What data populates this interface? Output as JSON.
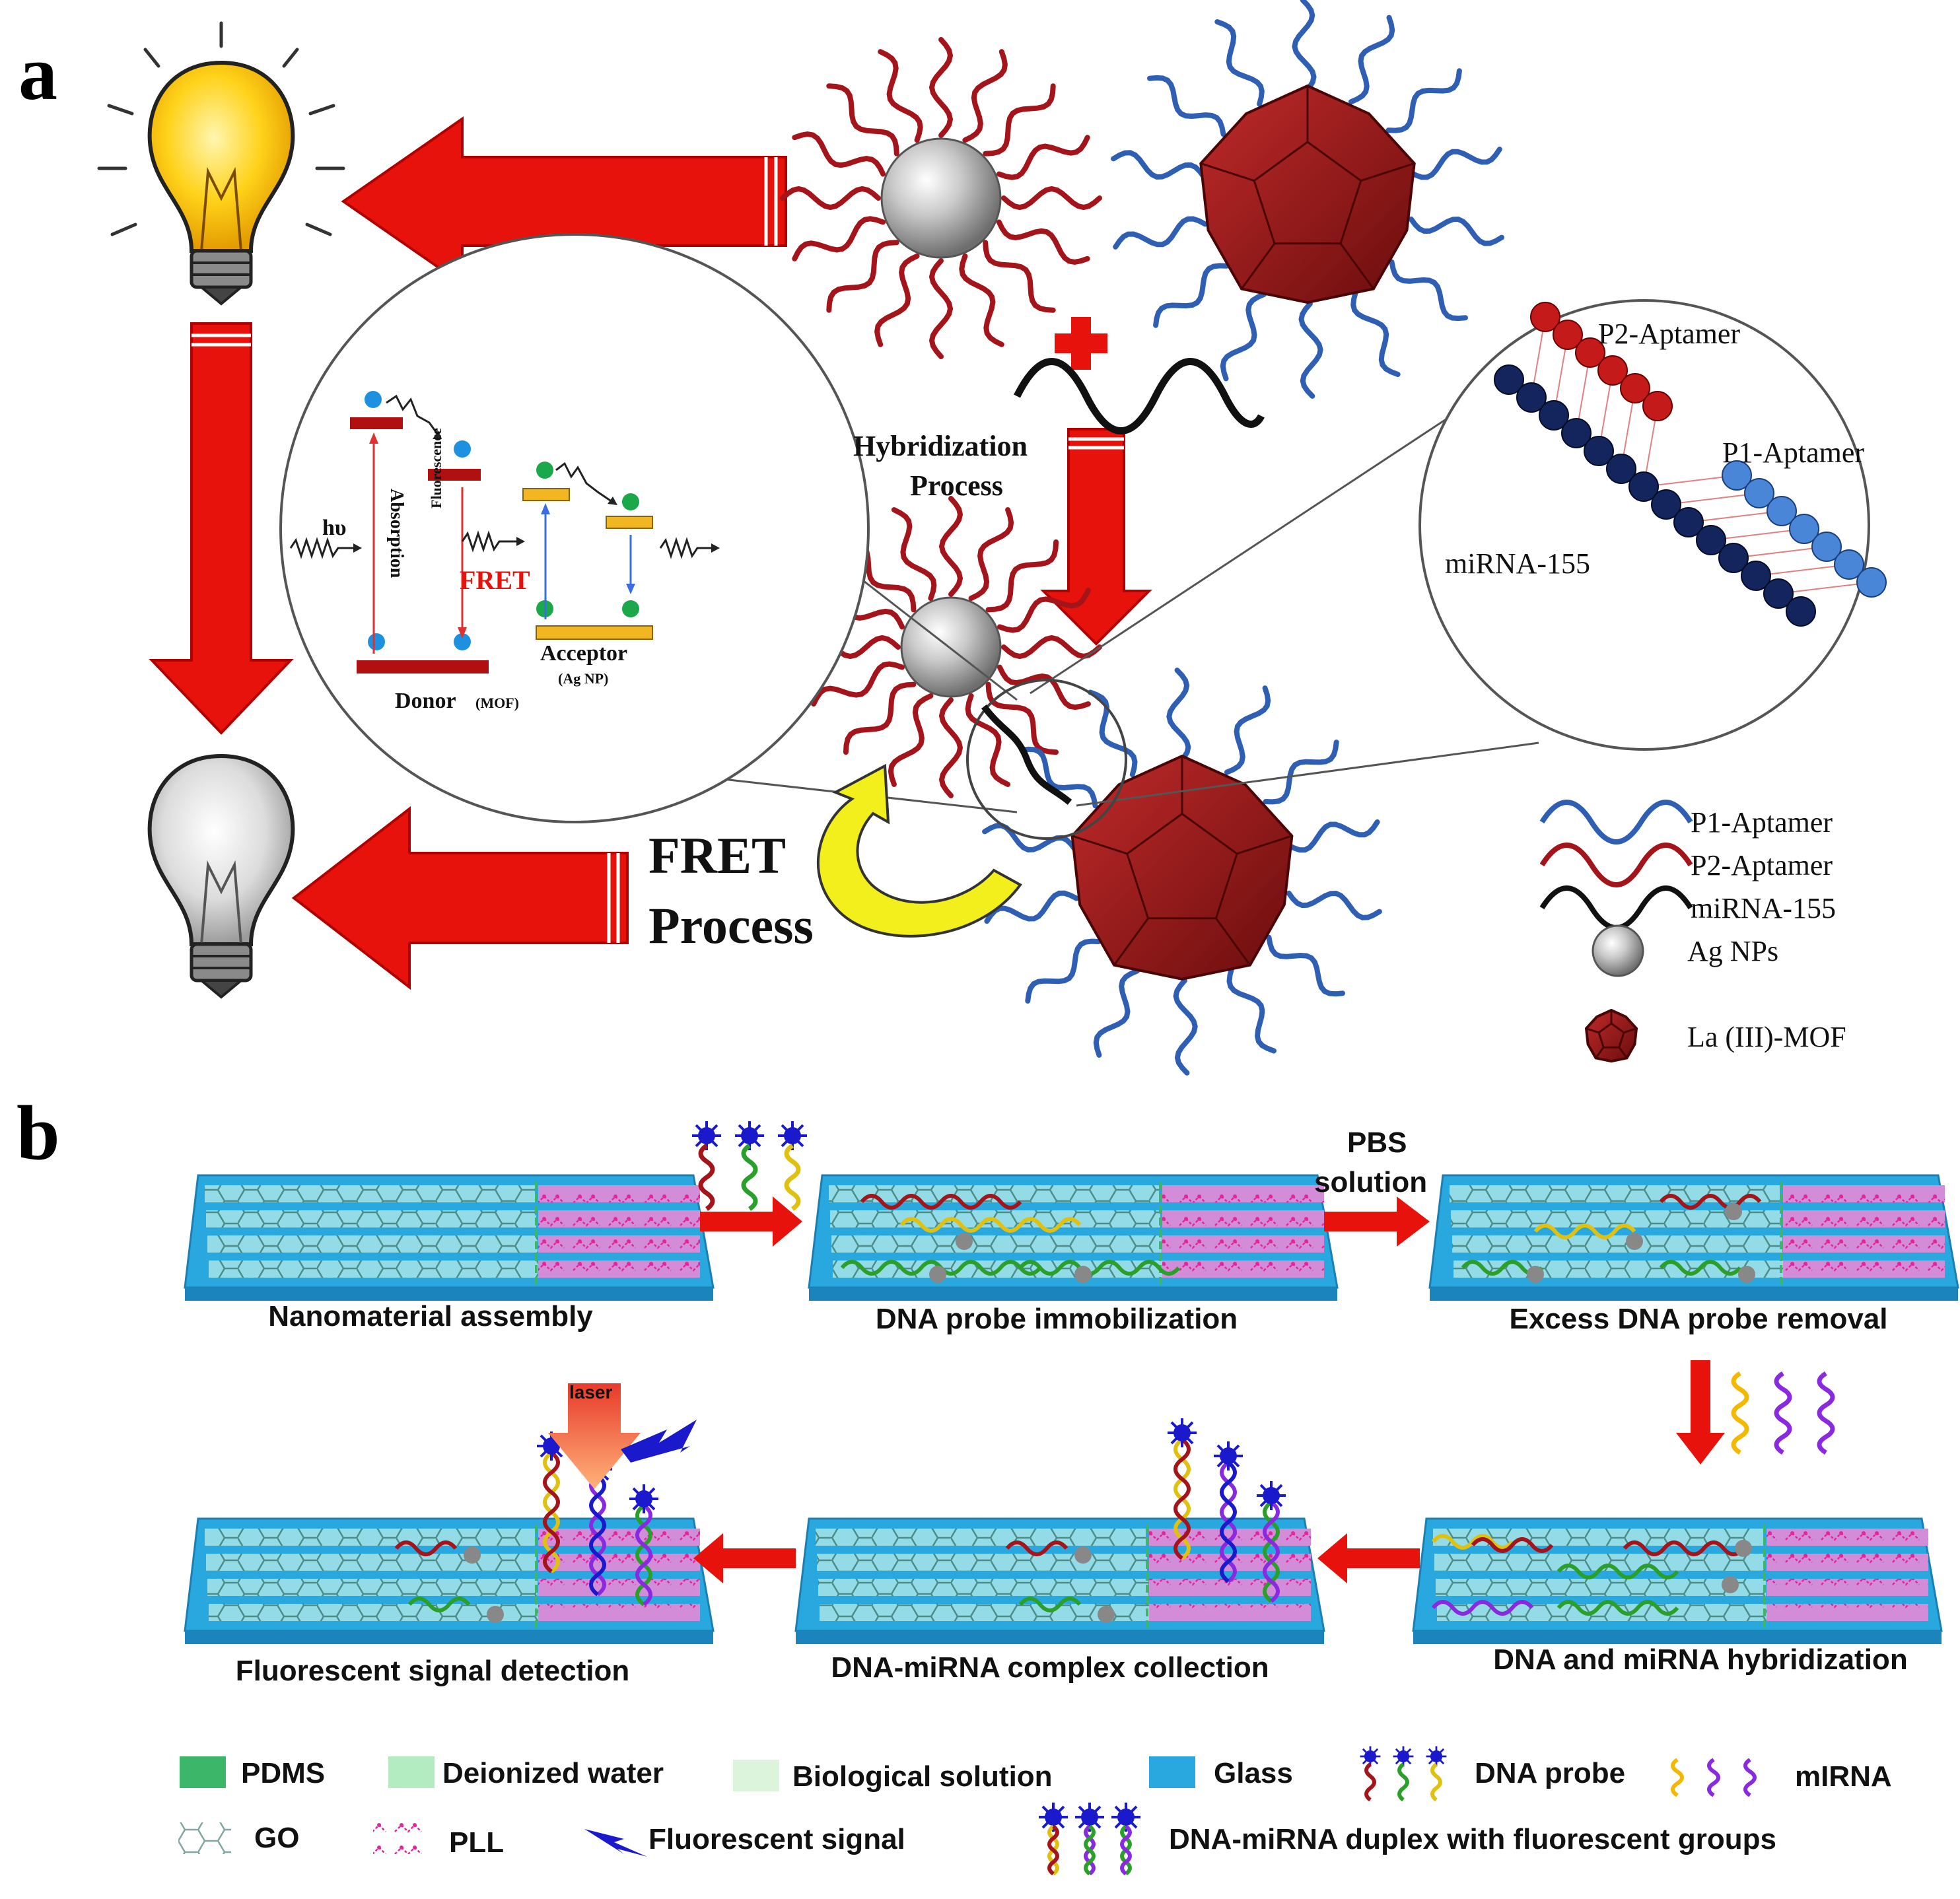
{
  "panel_a": {
    "label": "a",
    "hybridization_line1": "Hybridization",
    "hybridization_line2": "Process",
    "fret_line1": "FRET",
    "fret_line2": "Process",
    "inset_energy": {
      "hv": "hυ",
      "absorption": "Absorption",
      "fluorescence": "Fluorescence",
      "fret": "FRET",
      "donor": "Donor",
      "donor_sub": "(MOF)",
      "acceptor": "Acceptor",
      "acceptor_sub": "(Ag NP)"
    },
    "inset_duplex": {
      "p2": "P2-Aptamer",
      "p1": "P1-Aptamer",
      "mirna": "miRNA-155"
    },
    "legend": [
      {
        "label": "P1-Aptamer",
        "color": "#2f5fb3",
        "icon": "wave-blue-icon"
      },
      {
        "label": "P2-Aptamer",
        "color": "#a3151b",
        "icon": "wave-red-icon"
      },
      {
        "label": "miRNA-155",
        "color": "#111111",
        "icon": "wave-black-icon"
      },
      {
        "label": "Ag NPs",
        "color": "#b8b8b8",
        "icon": "silver-sphere-icon"
      },
      {
        "label": "La (III)-MOF",
        "color": "#8e1414",
        "icon": "mof-dodecahedron-icon"
      }
    ]
  },
  "panel_b": {
    "label": "b",
    "pbs_line1": "PBS",
    "pbs_line2": "solution",
    "laser": "laser",
    "steps": [
      "Nanomaterial assembly",
      "DNA probe immobilization",
      "Excess DNA probe removal",
      "Fluorescent signal detection",
      "DNA-miRNA complex collection",
      "DNA and miRNA hybridization"
    ],
    "legend": [
      {
        "label": "PDMS",
        "color": "#3cb76a"
      },
      {
        "label": "Deionized water",
        "color": "#b3ecc0"
      },
      {
        "label": "Biological solution",
        "color": "#dcf4dc"
      },
      {
        "label": "Glass",
        "color": "#29a8e0"
      },
      {
        "label": "DNA probe"
      },
      {
        "label": "mIRNA"
      },
      {
        "label": "GO"
      },
      {
        "label": "PLL"
      },
      {
        "label": "Fluorescent signal"
      },
      {
        "label": "DNA-miRNA duplex with fluorescent groups"
      }
    ]
  },
  "colors": {
    "arrow_red": "#e8120c",
    "mof_red": "#8e1414",
    "aptamer_blue": "#2f5fb3",
    "aptamer_red": "#a3151b",
    "glass_blue": "#29a8e0",
    "chip_magenta": "#d38cd8",
    "yellow_arrow": "#f2ef1c"
  }
}
